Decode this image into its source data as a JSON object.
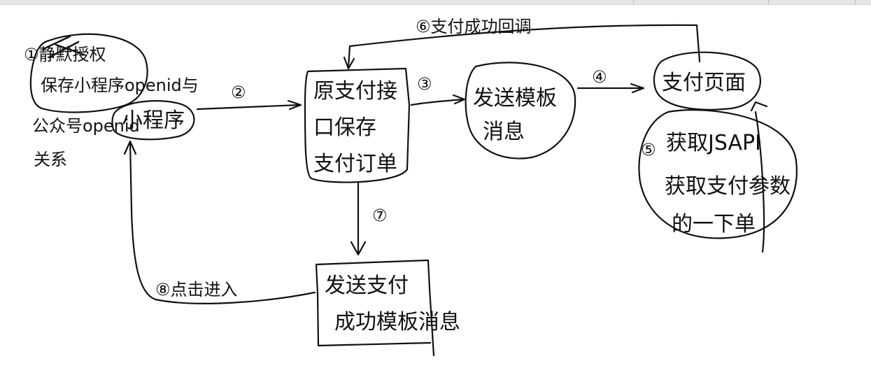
{
  "nodes": {
    "mini_program": "小程序",
    "order_interface": {
      "line1": "原支付接",
      "line2": "口保存",
      "line3": "支付订单"
    },
    "send_template": {
      "line1": "发送模板",
      "line2": "消息"
    },
    "pay_page": "支付页面",
    "fetch_params": {
      "line1": "获取JSAPI",
      "line2": "获取支付参数",
      "line3": "的一下单"
    },
    "pay_success_msg": {
      "line1": "发送支付",
      "line2": "成功模板消息"
    },
    "openid_note": {
      "line1": "①静默授权",
      "line2": "保存小程序openid与",
      "line3": "公众号openid",
      "line4": "关系"
    }
  },
  "edges": {
    "e2": "②",
    "e3": "③",
    "e4": "④",
    "e5": "⑤",
    "e6": "⑥支付成功回调",
    "e7": "⑦",
    "e8": "⑧点击进入"
  }
}
